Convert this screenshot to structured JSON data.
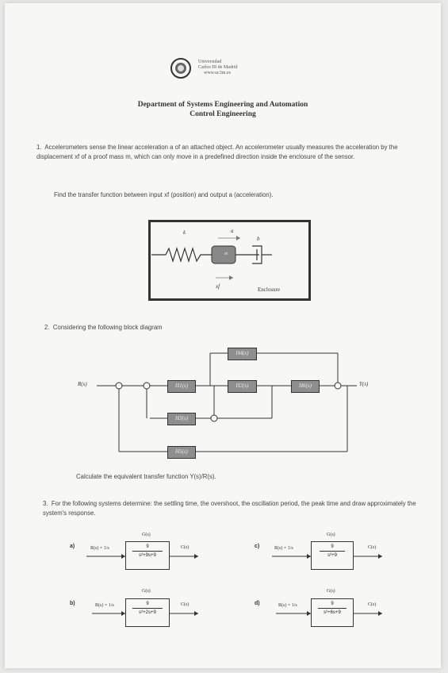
{
  "header": {
    "university_line1": "Universidad",
    "university_line2": "Carlos III de Madrid",
    "website": "www.uc3m.es",
    "department": "Department of Systems Engineering and Automation",
    "course": "Control Engineering"
  },
  "problem1": {
    "number": "1.",
    "statement": "Accelerometers sense the linear acceleration a of an attached object. An accelerometer usually measures the acceleration by the displacement xf of a proof mass m, which can only move in a predefined direction inside the enclosure of the sensor.",
    "task": "Find the transfer function between input xf (position) and output a (acceleration)."
  },
  "figure1": {
    "spring": "k",
    "acceleration": "a",
    "damper": "b",
    "mass": "m",
    "displacement": "xf",
    "enclosure": "Enclosure"
  },
  "problem2": {
    "number": "2.",
    "statement": "Considering the following block diagram",
    "input": "R(s)",
    "output": "Y(s)",
    "blocks": [
      "H1(s)",
      "H2(s)",
      "H6(s)",
      "H4(s)",
      "H3(s)",
      "H5(s)"
    ],
    "task": "Calculate the equivalent transfer function Y(s)/R(s)."
  },
  "problem3": {
    "number": "3.",
    "statement": "For the following systems determine: the settling time, the overshoot, the oscillation period, the peak time and draw approximately the system's response."
  },
  "systems": [
    {
      "label": "a)",
      "input": "R(s) = 1/s",
      "g": "G(s)",
      "num": "9",
      "den": "s²+9s+9",
      "output": "C(s)"
    },
    {
      "label": "b)",
      "input": "R(s) = 1/s",
      "g": "G(s)",
      "num": "9",
      "den": "s²+2s+9",
      "output": "C(s)"
    },
    {
      "label": "c)",
      "input": "R(s) = 1/s",
      "g": "G(s)",
      "num": "9",
      "den": "s²+9",
      "output": "C(s)"
    },
    {
      "label": "d)",
      "input": "R(s) = 1/s",
      "g": "G(s)",
      "num": "9",
      "den": "s²+6s+9",
      "output": "C(s)"
    }
  ]
}
